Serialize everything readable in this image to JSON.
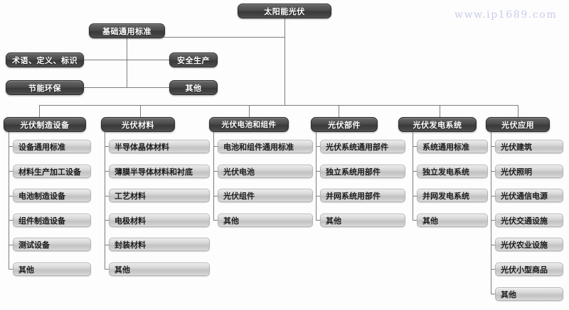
{
  "diagram": {
    "title": "太阳能光伏",
    "type": "organization-tree",
    "watermark": "www.ip1689.com",
    "colors": {
      "node_dark_bg": "#4a4a4a",
      "node_dark_text": "#ffffff",
      "node_light_bg": "#cfcfcf",
      "node_light_text": "#1c1c1c",
      "connector": "#7d7d7d",
      "watermark": "#c9cbeb",
      "background": "#fdfdfd"
    },
    "root": {
      "label": "太阳能光伏"
    },
    "basic_branch": {
      "label": "基础通用标准",
      "children": [
        {
          "label": "术语、定义、标识"
        },
        {
          "label": "安全生产"
        },
        {
          "label": "节能环保"
        },
        {
          "label": "其他"
        }
      ]
    },
    "columns": [
      {
        "header": "光伏制造设备",
        "items": [
          "设备通用标准",
          "材料生产加工设备",
          "电池制造设备",
          "组件制造设备",
          "测试设备",
          "其他"
        ]
      },
      {
        "header": "光伏材料",
        "items": [
          "半导体晶体材料",
          "薄膜半导体材料和衬底",
          "工艺材料",
          "电极材料",
          "封装材料",
          "其他"
        ]
      },
      {
        "header": "光伏电池和组件",
        "items": [
          "电池和组件通用标准",
          "光伏电池",
          "光伏组件",
          "其他"
        ]
      },
      {
        "header": "光伏部件",
        "items": [
          "光伏系统通用部件",
          "独立系统用部件",
          "并网系统用部件",
          "其他"
        ]
      },
      {
        "header": "光伏发电系统",
        "items": [
          "系统通用标准",
          "独立发电系统",
          "并网发电系统",
          "其他"
        ]
      },
      {
        "header": "光伏应用",
        "items": [
          "光伏建筑",
          "光伏照明",
          "光伏通信电源",
          "光伏交通设施",
          "光伏农业设施",
          "光伏小型商品",
          "其他"
        ]
      }
    ]
  }
}
